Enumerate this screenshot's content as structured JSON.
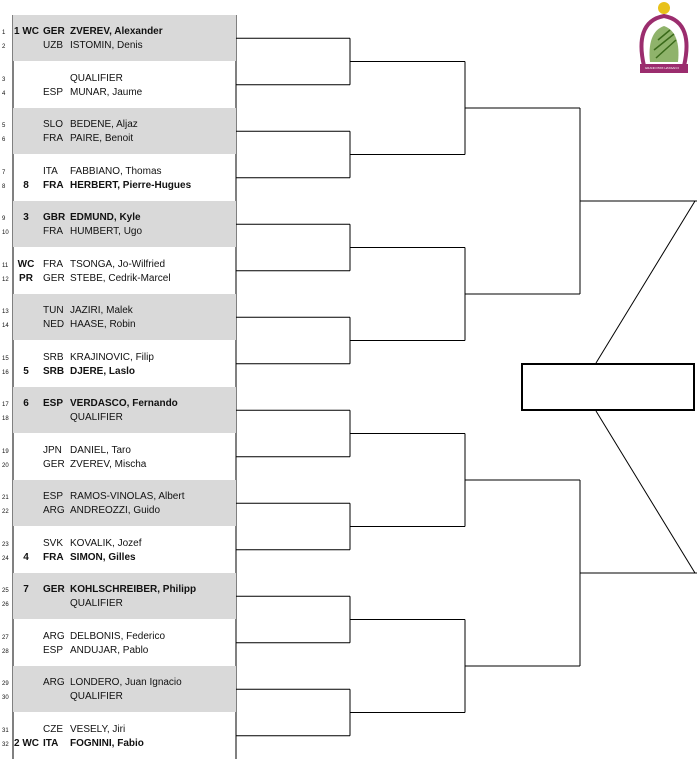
{
  "players": [
    {
      "pos": "1",
      "seed": "1 WC",
      "country": "GER",
      "name": "ZVEREV, Alexander",
      "bold": true
    },
    {
      "pos": "2",
      "seed": "",
      "country": "UZB",
      "name": "ISTOMIN, Denis",
      "bold": false
    },
    {
      "pos": "3",
      "seed": "",
      "country": "",
      "name": "QUALIFIER",
      "bold": false
    },
    {
      "pos": "4",
      "seed": "",
      "country": "ESP",
      "name": "MUNAR, Jaume",
      "bold": false
    },
    {
      "pos": "5",
      "seed": "",
      "country": "SLO",
      "name": "BEDENE, Aljaz",
      "bold": false
    },
    {
      "pos": "6",
      "seed": "",
      "country": "FRA",
      "name": "PAIRE, Benoit",
      "bold": false
    },
    {
      "pos": "7",
      "seed": "",
      "country": "ITA",
      "name": "FABBIANO, Thomas",
      "bold": false
    },
    {
      "pos": "8",
      "seed": "8",
      "country": "FRA",
      "name": "HERBERT, Pierre-Hugues",
      "bold": true
    },
    {
      "pos": "9",
      "seed": "3",
      "country": "GBR",
      "name": "EDMUND, Kyle",
      "bold": true
    },
    {
      "pos": "10",
      "seed": "",
      "country": "FRA",
      "name": "HUMBERT, Ugo",
      "bold": false
    },
    {
      "pos": "11",
      "seed": "WC",
      "country": "FRA",
      "name": "TSONGA, Jo-Wilfried",
      "bold": false
    },
    {
      "pos": "12",
      "seed": "PR",
      "country": "GER",
      "name": "STEBE, Cedrik-Marcel",
      "bold": false
    },
    {
      "pos": "13",
      "seed": "",
      "country": "TUN",
      "name": "JAZIRI, Malek",
      "bold": false
    },
    {
      "pos": "14",
      "seed": "",
      "country": "NED",
      "name": "HAASE, Robin",
      "bold": false
    },
    {
      "pos": "15",
      "seed": "",
      "country": "SRB",
      "name": "KRAJINOVIC, Filip",
      "bold": false
    },
    {
      "pos": "16",
      "seed": "5",
      "country": "SRB",
      "name": "DJERE, Laslo",
      "bold": true
    },
    {
      "pos": "17",
      "seed": "6",
      "country": "ESP",
      "name": "VERDASCO, Fernando",
      "bold": true
    },
    {
      "pos": "18",
      "seed": "",
      "country": "",
      "name": "QUALIFIER",
      "bold": false
    },
    {
      "pos": "19",
      "seed": "",
      "country": "JPN",
      "name": "DANIEL, Taro",
      "bold": false
    },
    {
      "pos": "20",
      "seed": "",
      "country": "GER",
      "name": "ZVEREV, Mischa",
      "bold": false
    },
    {
      "pos": "21",
      "seed": "",
      "country": "ESP",
      "name": "RAMOS-VINOLAS, Albert",
      "bold": false
    },
    {
      "pos": "22",
      "seed": "",
      "country": "ARG",
      "name": "ANDREOZZI, Guido",
      "bold": false
    },
    {
      "pos": "23",
      "seed": "",
      "country": "SVK",
      "name": "KOVALIK, Jozef",
      "bold": false
    },
    {
      "pos": "24",
      "seed": "4",
      "country": "FRA",
      "name": "SIMON, Gilles",
      "bold": true
    },
    {
      "pos": "25",
      "seed": "7",
      "country": "GER",
      "name": "KOHLSCHREIBER, Philipp",
      "bold": true
    },
    {
      "pos": "26",
      "seed": "",
      "country": "",
      "name": "QUALIFIER",
      "bold": false
    },
    {
      "pos": "27",
      "seed": "",
      "country": "ARG",
      "name": "DELBONIS, Federico",
      "bold": false
    },
    {
      "pos": "28",
      "seed": "",
      "country": "ESP",
      "name": "ANDUJAR, Pablo",
      "bold": false
    },
    {
      "pos": "29",
      "seed": "",
      "country": "ARG",
      "name": "LONDERO, Juan Ignacio",
      "bold": false
    },
    {
      "pos": "30",
      "seed": "",
      "country": "",
      "name": "QUALIFIER",
      "bold": false
    },
    {
      "pos": "31",
      "seed": "",
      "country": "CZE",
      "name": "VESELY, Jiri",
      "bold": false
    },
    {
      "pos": "32",
      "seed": "2 WC",
      "country": "ITA",
      "name": "FOGNINI, Fabio",
      "bold": true
    }
  ],
  "colors": {
    "shade": "#d9d9d9",
    "line": "#000000",
    "logo": "#9b2d6e",
    "logo_accent": "#6a9a3a"
  },
  "logo": {
    "text": "GRAND PRIX HASSAN II",
    "icon": "trophy-logo-icon"
  },
  "final_box": {
    "text": ""
  }
}
